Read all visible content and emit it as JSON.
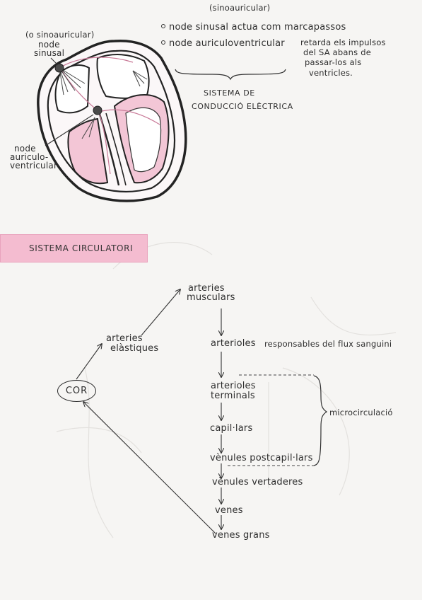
{
  "heart": {
    "sa_note": "(o sinoauricular)",
    "sa_label_1": "node",
    "sa_label_2": "sinusal",
    "av_label_1": "node",
    "av_label_2": "auriculo-",
    "av_label_3": "ventricular"
  },
  "notes": {
    "sino_note": "(sinoauricular)",
    "line1": "node sinusal actua com marcapassos",
    "line2": "node auriculoventricular",
    "line2_desc_1": "retarda els impulsos",
    "line2_desc_2": "del SA abans de",
    "line2_desc_3": "passar-los als",
    "line2_desc_4": "ventricles.",
    "caption_1": "SISTEMA DE",
    "caption_2": "CONDUCCIÓ ELÈCTRICA"
  },
  "section": {
    "title": "SISTEMA CIRCULATORI"
  },
  "flow": {
    "cor": "COR",
    "arteries_elastiques_1": "arteries",
    "arteries_elastiques_2": "elàstiques",
    "arteries_musculars_1": "arteries",
    "arteries_musculars_2": "musculars",
    "arterioles": "arterioles",
    "arterioles_desc": "responsables del flux sanguini",
    "arterioles_terminals_1": "arterioles",
    "arterioles_terminals_2": "terminals",
    "capillars": "capil·lars",
    "venules_post": "vènules postcapil·lars",
    "venules_vert": "vènules vertaderes",
    "venes": "venes",
    "venes_grans": "venes grans",
    "microcirculacio": "microcirculació"
  },
  "colors": {
    "banner": "#f4bcd0",
    "pink_fill": "#f3c6d6",
    "ink": "#2b2b2b"
  }
}
